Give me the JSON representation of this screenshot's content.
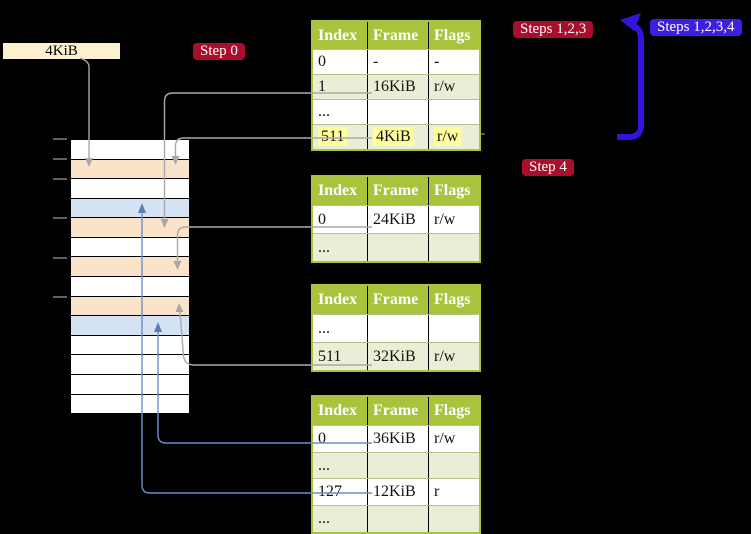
{
  "colors": {
    "white": "#ffffff",
    "orange": "#fbe3c9",
    "blue": "#d5e2f4",
    "table_header_green": "#a9c33d",
    "table_border_green": "#a9c33d",
    "row_green": "#e9efd6",
    "highlight_yellow": "#ffff9e",
    "badge_red": "#a90e2d",
    "badge_blue": "#3d1fe3",
    "big_arrow_blue": "#3513dc",
    "connector_gray": "#a8a8a8",
    "connector_blue": "#6e8ec9",
    "label_cream": "#fcf1cf"
  },
  "page_size_label": {
    "text": "4KiB"
  },
  "badges": {
    "step0": {
      "label": "Step 0",
      "color": "badge_red"
    },
    "steps123": {
      "label": "Steps 1,2,3",
      "color": "badge_red"
    },
    "steps1234": {
      "label": "Steps 1,2,3,4",
      "color": "badge_blue"
    },
    "step4": {
      "label": "Step 4",
      "color": "badge_red"
    }
  },
  "memory": {
    "rows": [
      "white",
      "orange",
      "white",
      "blue",
      "orange",
      "white",
      "orange",
      "white",
      "orange",
      "blue",
      "white",
      "white",
      "white",
      "white"
    ]
  },
  "tables": [
    {
      "name": "page-table-top",
      "headers": [
        "Index",
        "Frame",
        "Flags"
      ],
      "rows": [
        {
          "cells": [
            "0",
            "-",
            "-"
          ],
          "tint": "white",
          "highlight": false
        },
        {
          "cells": [
            "1",
            "16KiB",
            "r/w"
          ],
          "tint": "green",
          "highlight": false
        },
        {
          "cells": [
            "...",
            "",
            ""
          ],
          "tint": "white",
          "highlight": false
        },
        {
          "cells": [
            "511",
            "4KiB",
            "r/w"
          ],
          "tint": "green",
          "highlight": true
        }
      ]
    },
    {
      "name": "page-table-24kib",
      "headers": [
        "Index",
        "Frame",
        "Flags"
      ],
      "rows": [
        {
          "cells": [
            "0",
            "24KiB",
            "r/w"
          ],
          "tint": "white",
          "highlight": false
        },
        {
          "cells": [
            "...",
            "",
            ""
          ],
          "tint": "green",
          "highlight": false
        }
      ]
    },
    {
      "name": "page-table-32kib",
      "headers": [
        "Index",
        "Frame",
        "Flags"
      ],
      "rows": [
        {
          "cells": [
            "...",
            "",
            ""
          ],
          "tint": "white",
          "highlight": false
        },
        {
          "cells": [
            "511",
            "32KiB",
            "r/w"
          ],
          "tint": "green",
          "highlight": false
        }
      ]
    },
    {
      "name": "page-table-36kib",
      "headers": [
        "Index",
        "Frame",
        "Flags"
      ],
      "rows": [
        {
          "cells": [
            "0",
            "36KiB",
            "r/w"
          ],
          "tint": "white",
          "highlight": false
        },
        {
          "cells": [
            "...",
            "",
            ""
          ],
          "tint": "green",
          "highlight": false
        },
        {
          "cells": [
            "127",
            "12KiB",
            "r"
          ],
          "tint": "white",
          "highlight": false
        },
        {
          "cells": [
            "...",
            "",
            ""
          ],
          "tint": "green",
          "highlight": false
        }
      ]
    }
  ]
}
